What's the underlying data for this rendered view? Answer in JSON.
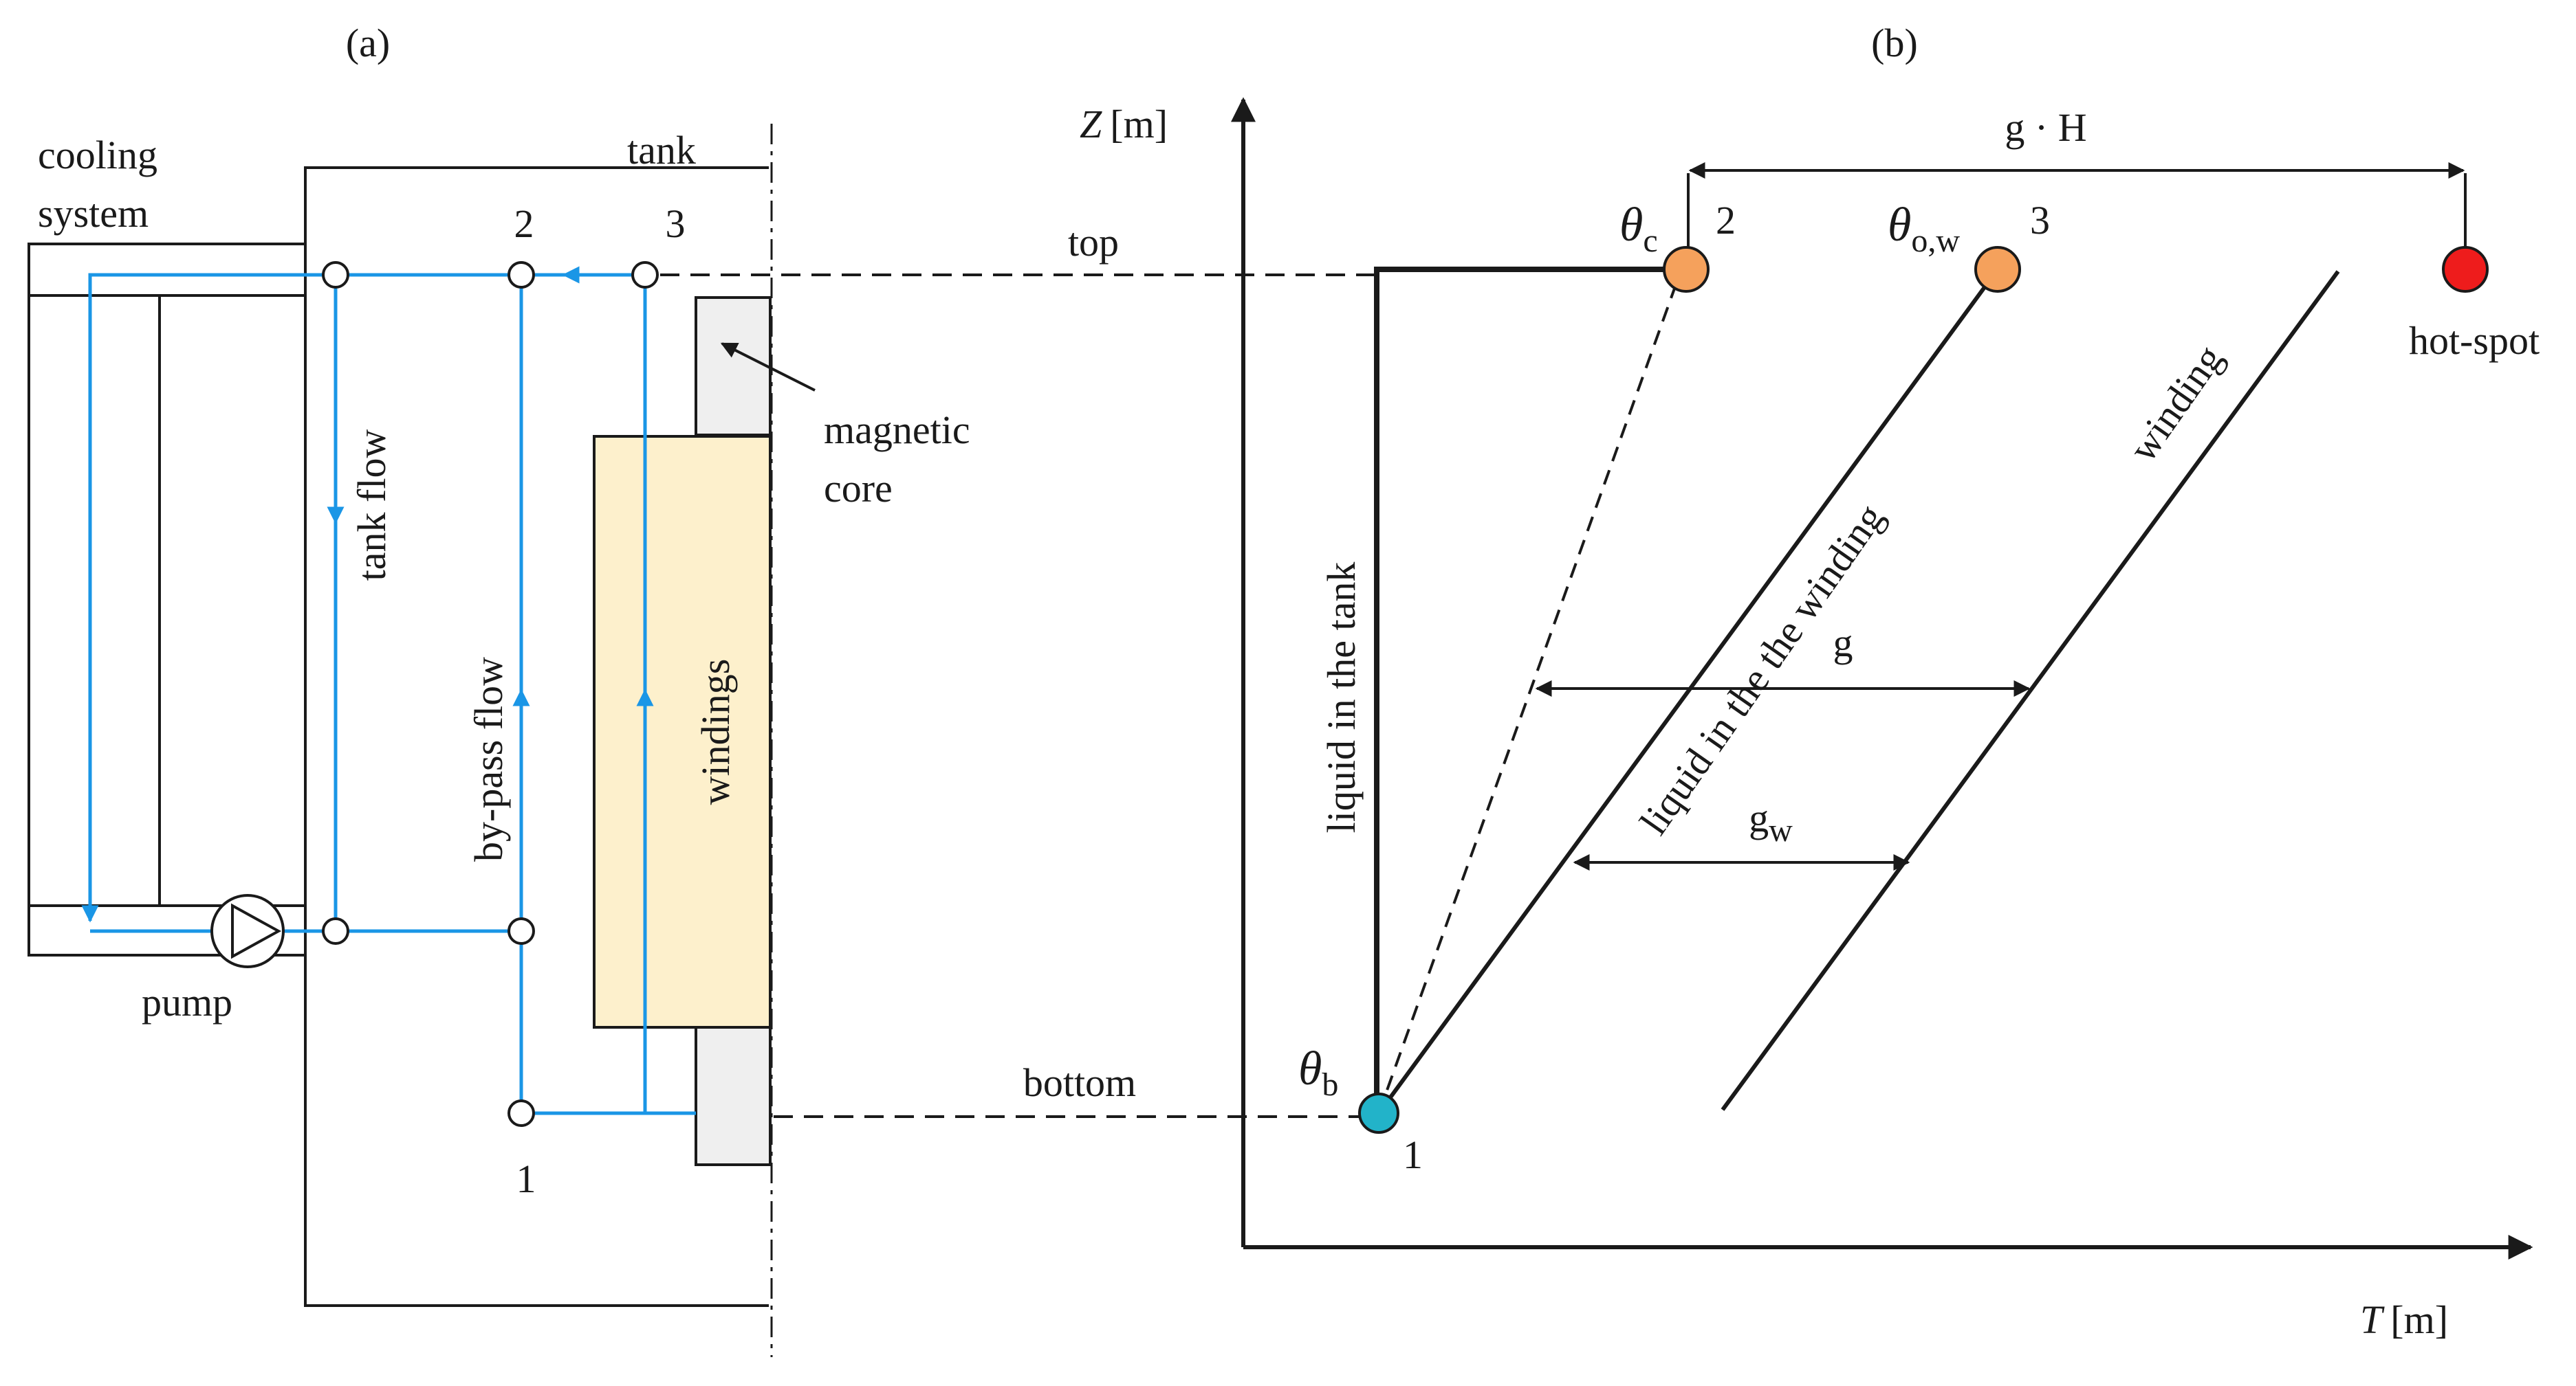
{
  "panel_a": {
    "caption": "(a)",
    "labels": {
      "cooling_line1": "cooling",
      "cooling_line2": "system",
      "tank": "tank",
      "top": "top",
      "bottom": "bottom",
      "magnetic_line1": "magnetic",
      "magnetic_line2": "core",
      "windings": "windings",
      "tank_flow": "tank flow",
      "bypass_flow": "by-pass flow",
      "pump": "pump",
      "node1": "1",
      "node2": "2",
      "node3": "3"
    }
  },
  "panel_b": {
    "caption": "(b)",
    "y_axis": {
      "symbol": "Z",
      "unit": "[m]"
    },
    "x_axis": {
      "symbol": "T",
      "unit": "[m]"
    },
    "lines": {
      "tank": "liquid in the tank",
      "liquid_winding": "liquid in the the winding",
      "winding": "winding"
    },
    "gradients": {
      "g": "g",
      "gw_base": "g",
      "gw_sub": "w",
      "gH": "g · H"
    },
    "points": {
      "theta_b": {
        "symbol": "θ",
        "sub": "b",
        "index": "1",
        "color": "#22b3c9"
      },
      "theta_c": {
        "symbol": "θ",
        "sub": "c",
        "index": "2",
        "color": "#f5a15c"
      },
      "theta_ow": {
        "symbol": "θ",
        "sub": "o,w",
        "index": "3",
        "color": "#f5a15c"
      },
      "hot_spot": {
        "label": "hot-spot",
        "color": "#ee1c1c"
      }
    }
  },
  "colors": {
    "flow": "#1a96e6",
    "windings_fill": "#fdf0cc",
    "core_fill": "#efefef",
    "ink": "#1a1a1a"
  }
}
